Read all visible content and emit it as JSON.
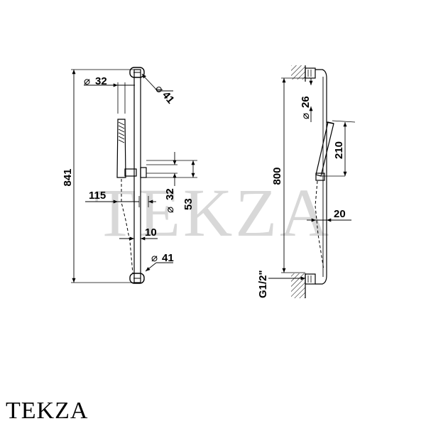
{
  "watermark": "TEKZA",
  "brand": "TEKZA",
  "dims_front": {
    "d32_top": "32",
    "d41_top": "41",
    "h841": "841",
    "w115": "115",
    "d32_mid": "32",
    "h53": "53",
    "w10": "10",
    "d41_bot": "41"
  },
  "dims_side": {
    "d26": "26",
    "h800": "800",
    "l210": "210",
    "w20": "20",
    "thread": "G1/2\""
  }
}
